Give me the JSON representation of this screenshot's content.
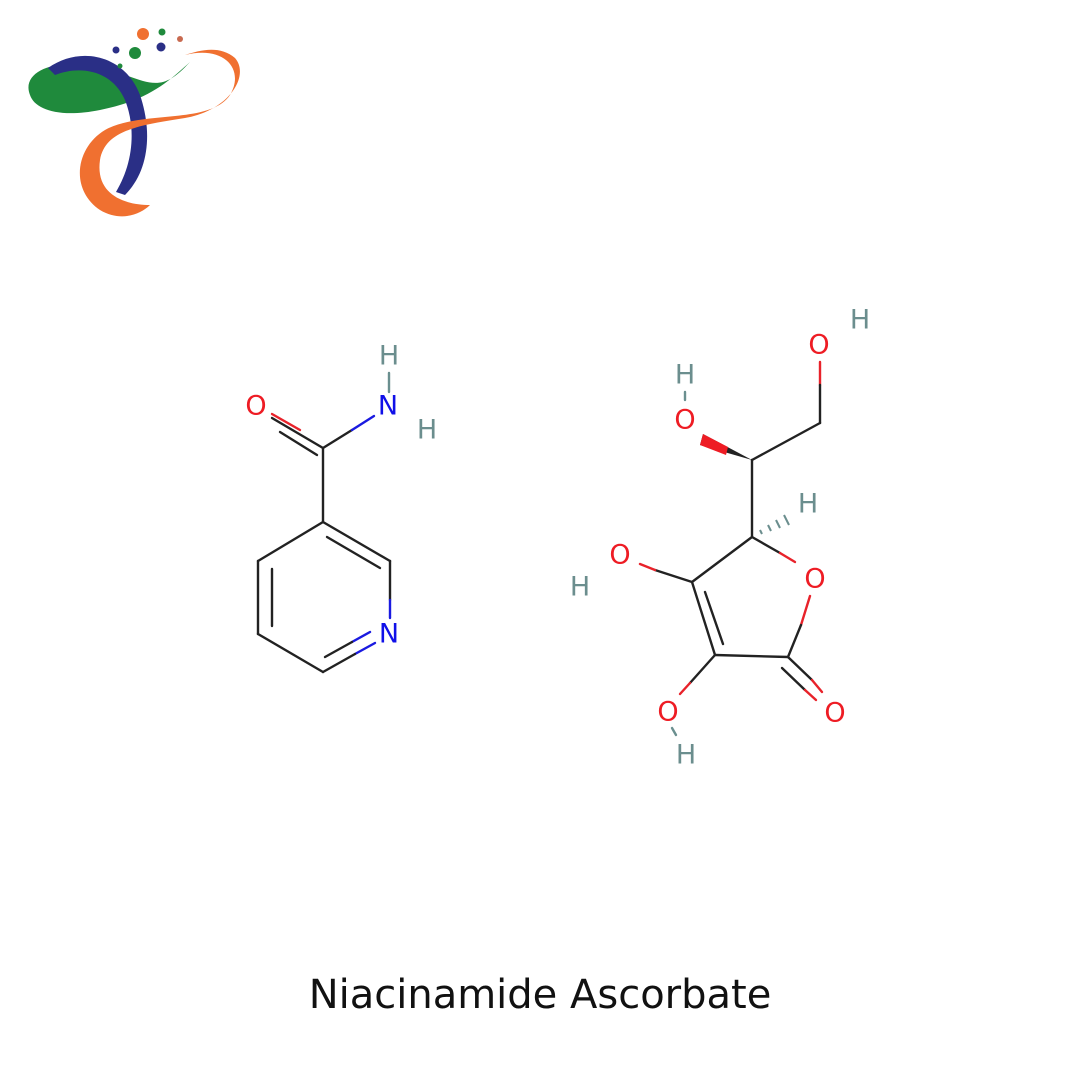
{
  "caption": "Niacinamide Ascorbate",
  "logo": {
    "colors": {
      "green": "#1f8a3c",
      "navy": "#2a2f86",
      "orange": "#f07030"
    }
  },
  "atom_colors": {
    "O": "#ee1c24",
    "N": "#1010e8",
    "H": "#6b8e8e",
    "bond": "#222222"
  },
  "niacinamide": {
    "labels": {
      "o": "O",
      "n_amide": "N",
      "h1": "H",
      "h2": "H",
      "n_ring": "N"
    }
  },
  "ascorbate": {
    "labels": {
      "o6": "O",
      "h6": "H",
      "o5": "O",
      "h5": "H",
      "h4": "H",
      "o_ring": "O",
      "o_carbonyl": "O",
      "o3": "O",
      "h3": "H",
      "o2": "O",
      "h2": "H"
    }
  }
}
